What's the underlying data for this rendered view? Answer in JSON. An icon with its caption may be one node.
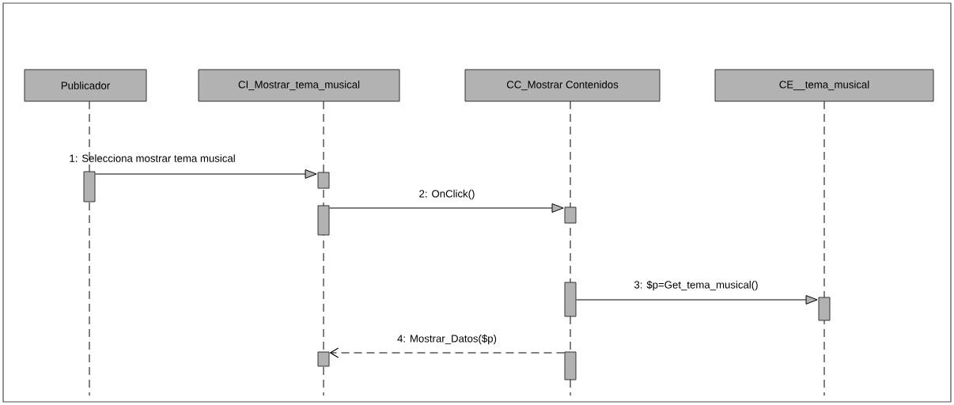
{
  "diagram": {
    "nodes": [
      {
        "text": [
          "Publicador"
        ]
      },
      {
        "text": [
          "CI_Mostrar_tema_musical"
        ]
      },
      {
        "text": [
          "CC_Mostrar Contenidos"
        ]
      },
      {
        "text": [
          "CE__tema_musical"
        ]
      },
      {
        "text": [],
        "shape": "bar"
      },
      {
        "text": [],
        "shape": "bar"
      },
      {
        "text": [],
        "shape": "bar"
      },
      {
        "text": [],
        "shape": "bar"
      },
      {
        "text": [],
        "shape": "bar"
      },
      {
        "text": [],
        "shape": "bar"
      },
      {
        "text": [],
        "shape": "bar"
      },
      {
        "text": [],
        "shape": "bar"
      }
    ],
    "edges": [
      {
        "from": 4,
        "to": 5,
        "arrow": "to",
        "label": "1: Selecciona mostrar tema musical"
      },
      {
        "from": 6,
        "to": 7,
        "arrow": "to",
        "label": "2: OnClick()"
      },
      {
        "from": 8,
        "to": 9,
        "arrow": "to",
        "label": "3: $p=Get_tema_musical()"
      },
      {
        "from": 10,
        "to": 11,
        "arrow": "to",
        "label": "4: Mostrar_Datos($p)",
        "style": "dashed"
      }
    ]
  }
}
